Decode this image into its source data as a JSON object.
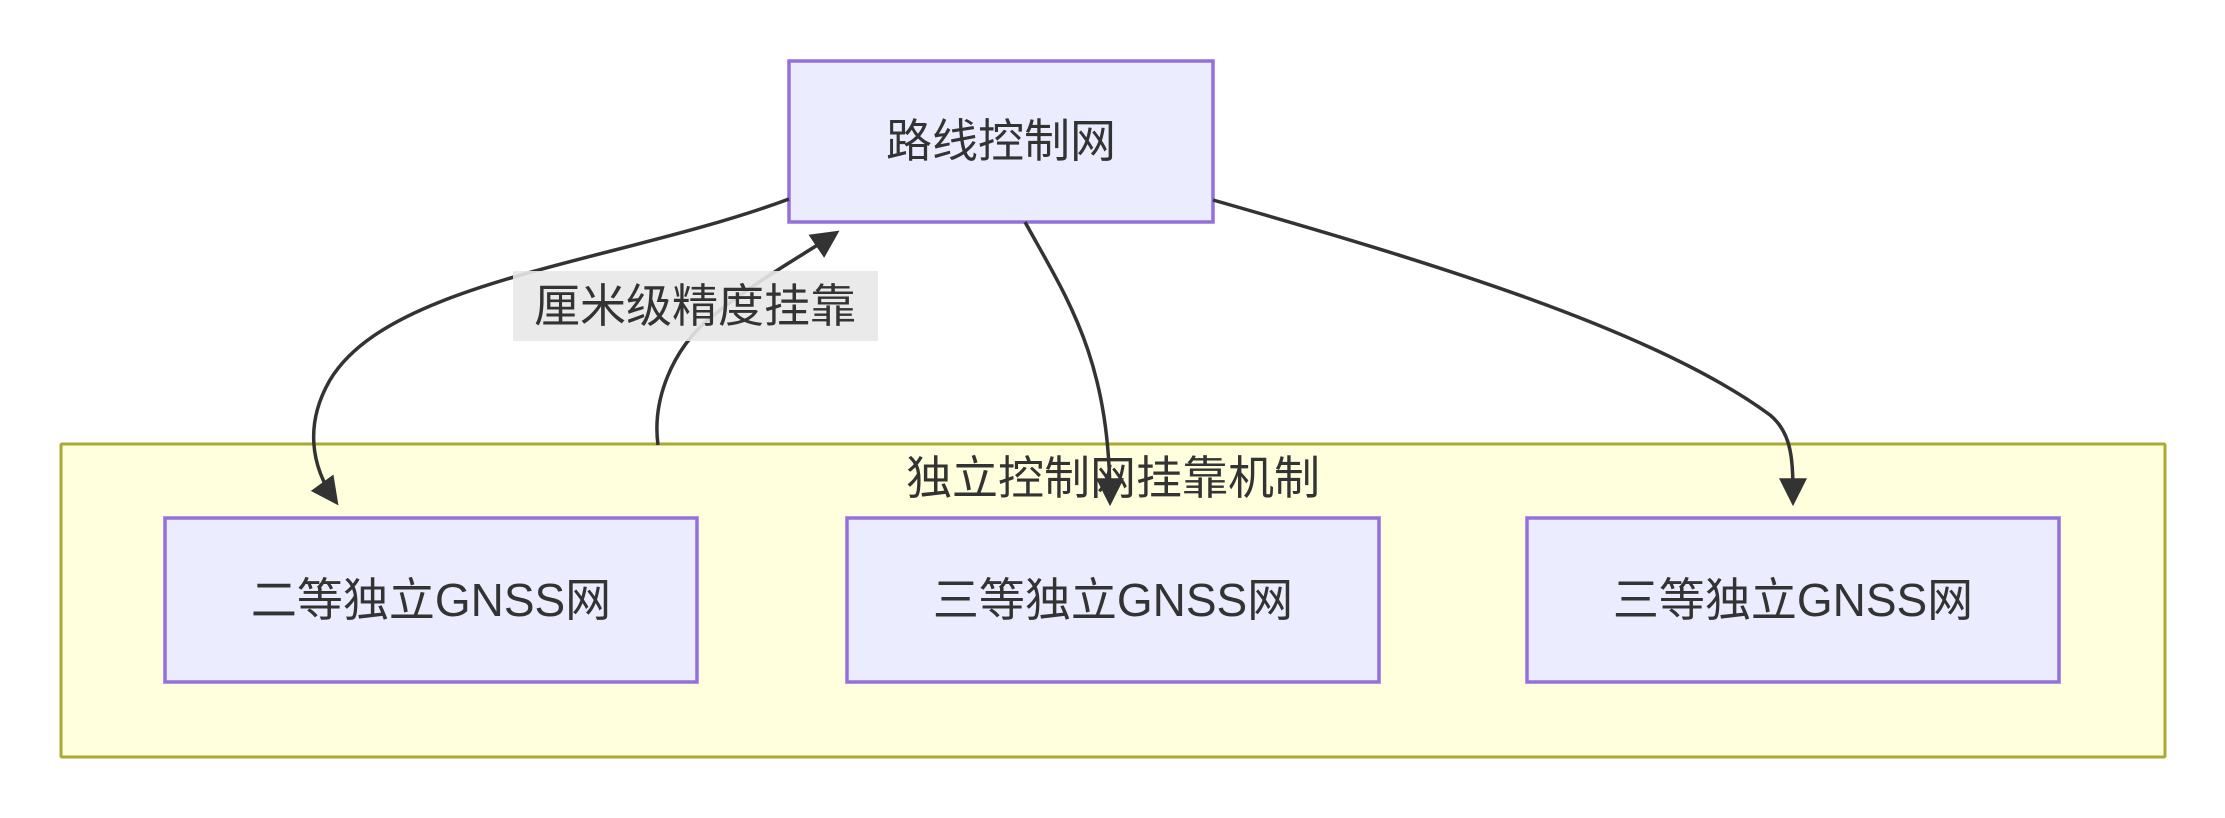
{
  "diagram": {
    "type": "flowchart",
    "route_node": {
      "label": "路线控制网"
    },
    "edges": {
      "attach_label": "厘米级精度挂靠"
    },
    "cluster": {
      "title": "独立控制网挂靠机制",
      "nodes": [
        {
          "label": "二等独立GNSS网"
        },
        {
          "label": "三等独立GNSS网"
        },
        {
          "label": "三等独立GNSS网"
        }
      ]
    },
    "colors": {
      "node_fill": "#ECECFF",
      "node_border": "#9370DB",
      "cluster_fill": "#FFFFDE",
      "cluster_border": "#AAAA33",
      "edge_line": "#333333",
      "edge_label_bg": "#E8E8E8",
      "text": "#333333",
      "background": "#FFFFFF"
    }
  }
}
